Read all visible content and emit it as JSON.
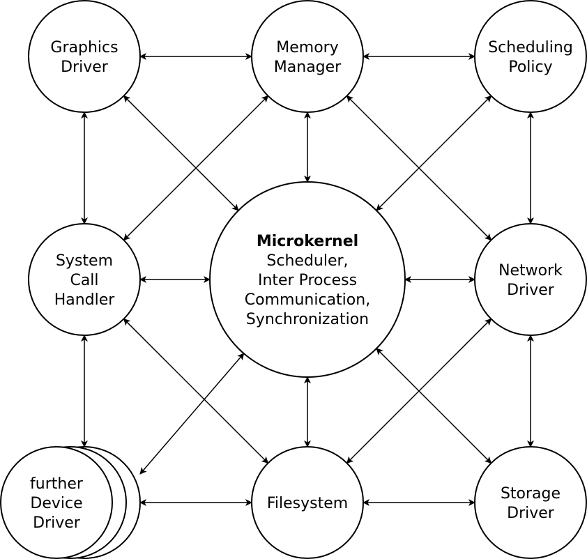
{
  "nodes": {
    "graphics": {
      "lines": [
        "Graphics",
        "Driver"
      ]
    },
    "memory": {
      "lines": [
        "Memory",
        "Manager"
      ]
    },
    "scheduling": {
      "lines": [
        "Scheduling",
        "Policy"
      ]
    },
    "syscall": {
      "lines": [
        "System",
        "Call",
        "Handler"
      ]
    },
    "kernel": {
      "title": "Microkernel",
      "lines": [
        "Scheduler,",
        "Inter Process",
        "Communication,",
        "Synchronization"
      ]
    },
    "network": {
      "lines": [
        "Network",
        "Driver"
      ]
    },
    "device": {
      "lines": [
        "further",
        "Device",
        "Driver"
      ]
    },
    "filesystem": {
      "lines": [
        "Filesystem"
      ]
    },
    "storage": {
      "lines": [
        "Storage",
        "Driver"
      ]
    }
  },
  "edges": [
    [
      "graphics",
      "memory"
    ],
    [
      "memory",
      "scheduling"
    ],
    [
      "graphics",
      "syscall"
    ],
    [
      "memory",
      "kernel"
    ],
    [
      "scheduling",
      "network"
    ],
    [
      "syscall",
      "kernel"
    ],
    [
      "kernel",
      "network"
    ],
    [
      "syscall",
      "device"
    ],
    [
      "kernel",
      "filesystem"
    ],
    [
      "network",
      "storage"
    ],
    [
      "device",
      "filesystem"
    ],
    [
      "filesystem",
      "storage"
    ],
    [
      "graphics",
      "kernel"
    ],
    [
      "memory",
      "syscall"
    ],
    [
      "memory",
      "network"
    ],
    [
      "scheduling",
      "kernel"
    ],
    [
      "syscall",
      "filesystem"
    ],
    [
      "kernel",
      "device"
    ],
    [
      "kernel",
      "storage"
    ],
    [
      "network",
      "filesystem"
    ]
  ],
  "colors": {
    "stroke": "#000000",
    "fill": "#ffffff",
    "text": "#000000"
  }
}
